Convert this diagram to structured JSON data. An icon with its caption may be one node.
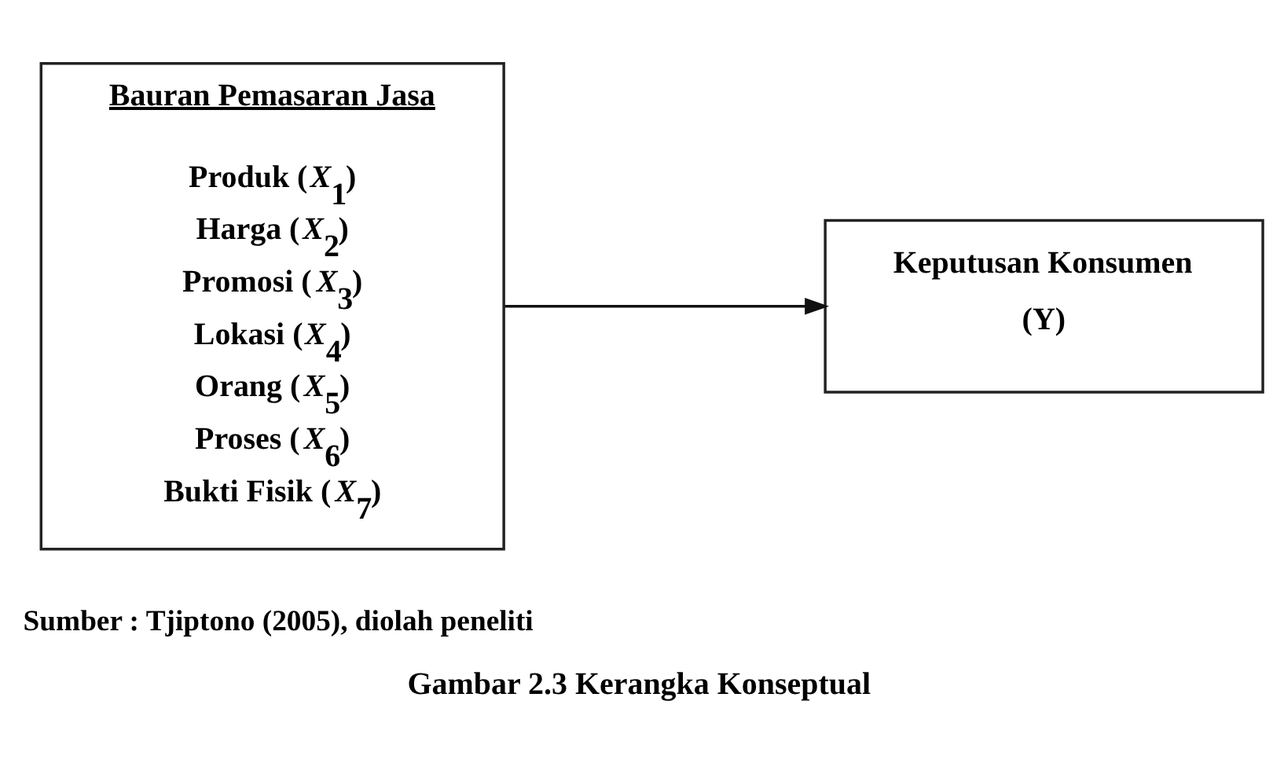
{
  "diagram": {
    "caption": "Gambar 2.3 Kerangka Konseptual",
    "nodes": [
      {
        "text": [
          "Bauran Pemasaran Jasa",
          "Produk (*X*$_{1}$)",
          "Harga (*X*$_{2}$)",
          "Promosi (*X*$_{3}$)",
          "Lokasi (*X*$_{4}$)",
          "Orang (*X*$_{5}$)",
          "Proses (*X*$_{6}$)",
          "Bukti Fisik (*X*$_{7}$)"
        ]
      },
      {
        "text": [
          "Keputusan Konsumen",
          "(Y)"
        ]
      }
    ],
    "edges": [
      {
        "from": 0,
        "to": 1,
        "arrow": "to"
      }
    ],
    "labels": [
      "Sumber : Tjiptono (2005), diolah peneliti"
    ]
  }
}
